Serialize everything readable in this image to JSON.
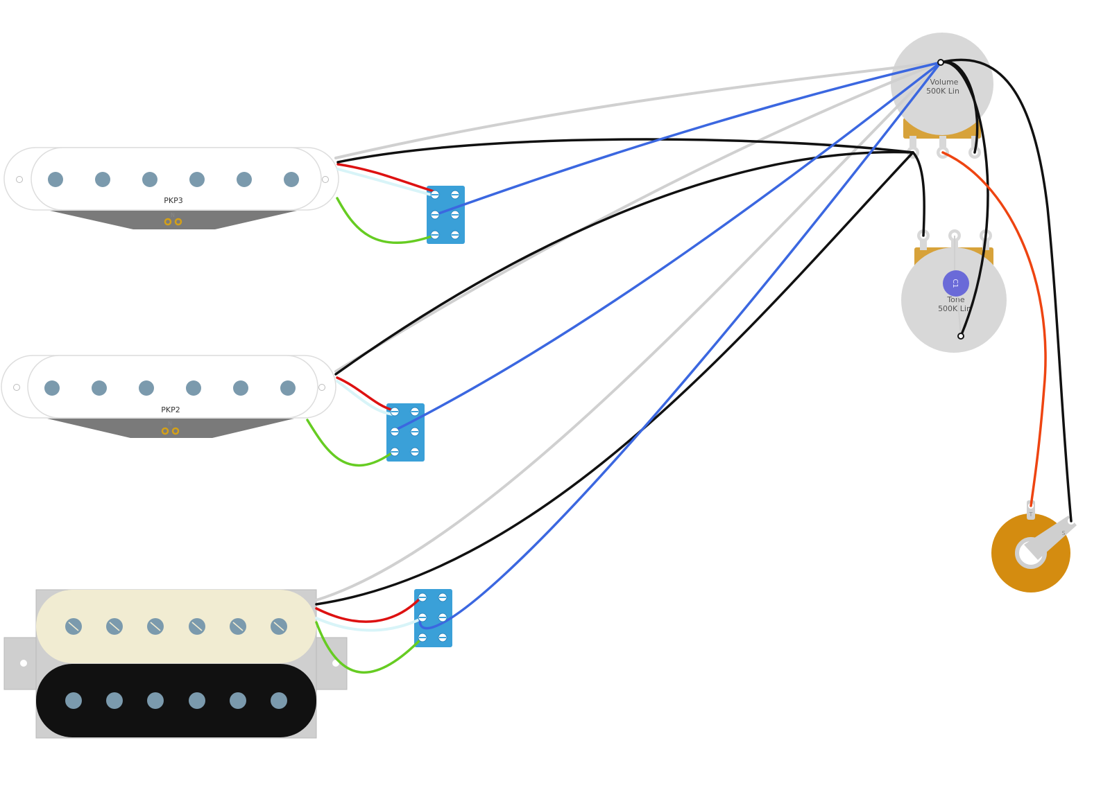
{
  "pickups": {
    "pkp3": {
      "label": "PKP3",
      "polarity": "N"
    },
    "pkp2": {
      "label": "PKP2",
      "polarity": "N"
    },
    "humbucker": {
      "label": ""
    }
  },
  "volume_pot": {
    "line1": "Volume",
    "line2": "500K Lin"
  },
  "tone_pot": {
    "line1": "Tone",
    "line2": "500K Lin"
  },
  "capacitor": {
    "label": "C1"
  },
  "output_jack": {
    "tip_label": "T",
    "sleeve_label": "S"
  },
  "colors": {
    "wire_black": "#111111",
    "wire_white": "#d0d0d0",
    "wire_blue": "#3b67e0",
    "wire_red": "#dd1111",
    "wire_green": "#66cc22",
    "wire_orange": "#ee4411",
    "switch_blue": "#3aa0d8",
    "pot_body": "#d8d8d8",
    "pot_bushing": "#d7a23a",
    "pole_piece": "#7b9aad",
    "jack_brass": "#d48c10",
    "cap_purple": "#6a6ad8"
  }
}
